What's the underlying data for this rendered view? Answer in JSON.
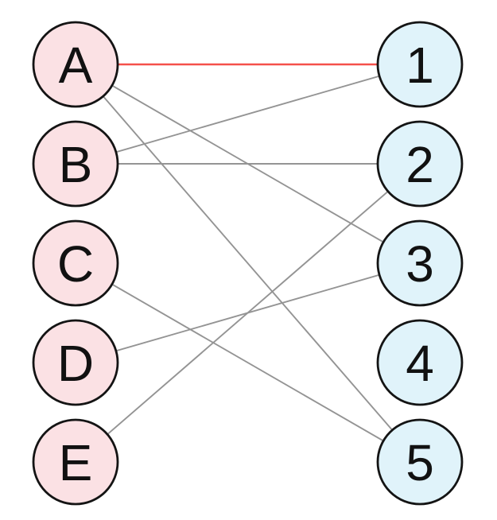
{
  "diagram": {
    "type": "bipartite-graph",
    "title": "",
    "left_nodes": [
      {
        "id": "A",
        "label": "A"
      },
      {
        "id": "B",
        "label": "B"
      },
      {
        "id": "C",
        "label": "C"
      },
      {
        "id": "D",
        "label": "D"
      },
      {
        "id": "E",
        "label": "E"
      }
    ],
    "right_nodes": [
      {
        "id": "1",
        "label": "1"
      },
      {
        "id": "2",
        "label": "2"
      },
      {
        "id": "3",
        "label": "3"
      },
      {
        "id": "4",
        "label": "4"
      },
      {
        "id": "5",
        "label": "5"
      }
    ],
    "edges": [
      {
        "from": "A",
        "to": "1",
        "highlight": true
      },
      {
        "from": "A",
        "to": "3",
        "highlight": false
      },
      {
        "from": "A",
        "to": "5",
        "highlight": false
      },
      {
        "from": "B",
        "to": "1",
        "highlight": false
      },
      {
        "from": "B",
        "to": "2",
        "highlight": false
      },
      {
        "from": "C",
        "to": "5",
        "highlight": false
      },
      {
        "from": "D",
        "to": "3",
        "highlight": false
      },
      {
        "from": "E",
        "to": "2",
        "highlight": false
      }
    ],
    "isolated_nodes": [
      "4"
    ],
    "colors": {
      "background": "#ffffff",
      "left_node_fill": "#fbe1e4",
      "right_node_fill": "#e0f3fa",
      "node_stroke": "#141414",
      "edge_default": "#949494",
      "edge_highlight": "#f5504b",
      "label_color": "#111111"
    }
  }
}
